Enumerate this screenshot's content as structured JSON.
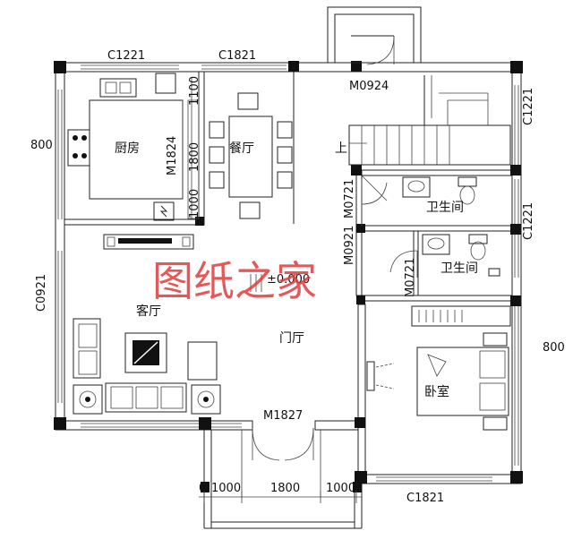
{
  "rooms": {
    "kitchen": "厨房",
    "dining": "餐厅",
    "living": "客厅",
    "foyer": "门厅",
    "bath1": "卫生间",
    "bath2": "卫生间",
    "bedroom": "卧室",
    "stair_up": "上"
  },
  "codes": {
    "window_top_left": "C1221",
    "window_top_mid": "C1821",
    "door_top": "M0924",
    "window_right_top": "C1221",
    "window_right_mid": "C1221",
    "window_left": "C0921",
    "door_bath1": "M0721",
    "door_bath2": "M0921",
    "door_bath2_b": "M0721",
    "window_bottom": "C1821",
    "door_main": "M1827",
    "kitchen_window": "M1824"
  },
  "dims": {
    "left_800": "800",
    "right_800": "800",
    "d1100": "1100",
    "d1800": "1800",
    "d1000": "1000",
    "bottom_0": "0",
    "bottom_1000_a": "1000",
    "bottom_1800": "1800",
    "bottom_1000_b": "1000",
    "elevation": "±0.000"
  },
  "watermark": "图纸之家"
}
